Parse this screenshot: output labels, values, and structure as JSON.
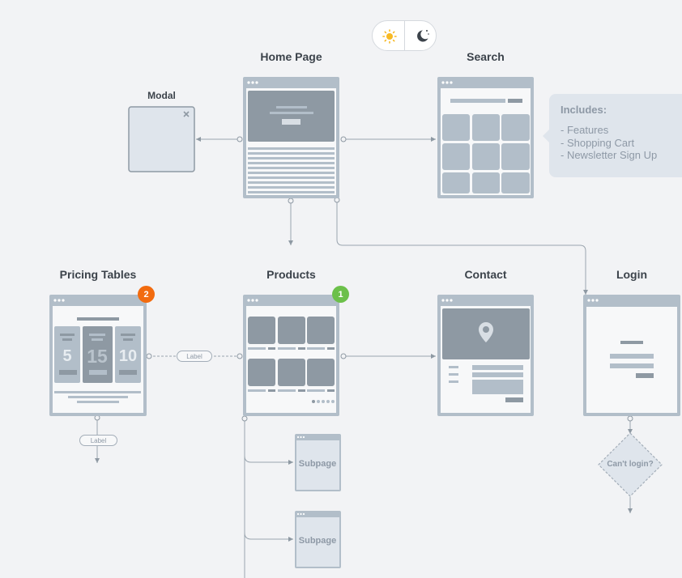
{
  "theme_toggle": {
    "light_icon": "sun-icon",
    "dark_icon": "moon-icon"
  },
  "pages": {
    "home": {
      "title": "Home Page"
    },
    "search": {
      "title": "Search"
    },
    "modal": {
      "title": "Modal"
    },
    "pricing": {
      "title": "Pricing Tables",
      "badge": "2",
      "plans": [
        "5",
        "15",
        "10"
      ]
    },
    "products": {
      "title": "Products",
      "badge": "1"
    },
    "contact": {
      "title": "Contact"
    },
    "login": {
      "title": "Login"
    }
  },
  "callout": {
    "heading": "Includes:",
    "items": [
      "- Features",
      "- Shopping Cart",
      "- Newsletter Sign Up"
    ]
  },
  "edge_labels": {
    "pricing_products": "Label",
    "pricing_down": "Label"
  },
  "subpages": [
    "Subpage",
    "Subpage"
  ],
  "decision": {
    "label": "Can't login?"
  },
  "colors": {
    "badge_orange": "#f26b0f",
    "badge_green": "#6cc04a",
    "frame": "#b2bec9",
    "dark_block": "#8e99a3"
  }
}
